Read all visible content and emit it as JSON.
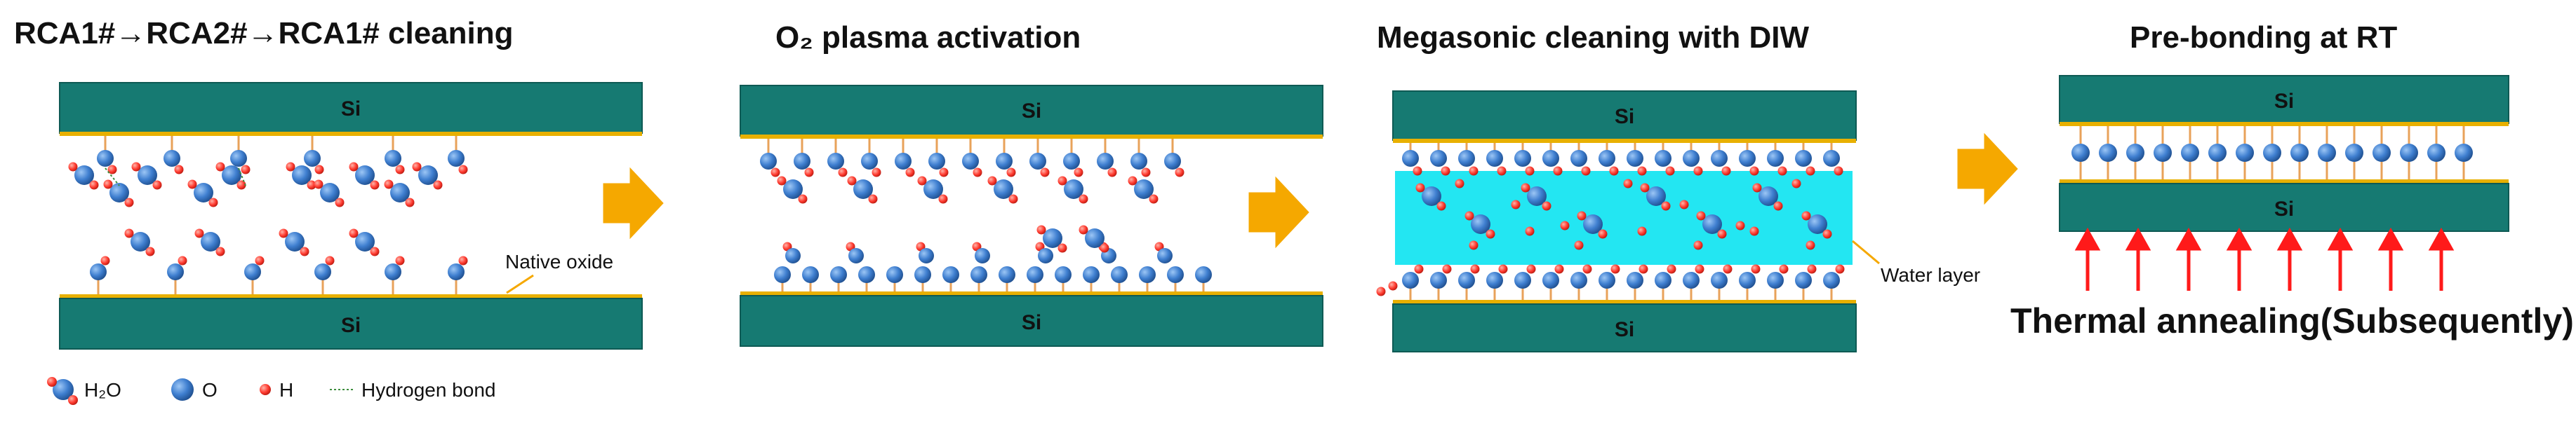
{
  "panels": [
    {
      "title": "RCA1#→RCA2#→RCA1# cleaning"
    },
    {
      "title": "O₂ plasma activation"
    },
    {
      "title": "Megasonic cleaning with DIW"
    },
    {
      "title": "Pre-bonding at RT"
    }
  ],
  "wafer_label": "Si",
  "annotations": {
    "native_oxide": "Native oxide",
    "water_layer": "Water layer",
    "thermal_annealing": "Thermal annealing(Subsequently)"
  },
  "legend": {
    "h2o": "H₂O",
    "o": "O",
    "h": "H",
    "hydrogen_bond": "Hydrogen bond"
  },
  "colors": {
    "wafer": "#167a72",
    "oxygen": "#3f7fd0",
    "hydrogen": "#ff3b30",
    "water_layer": "#23e6f2",
    "process_arrow": "#f5a800",
    "heat_arrow": "#ff1a1a"
  }
}
